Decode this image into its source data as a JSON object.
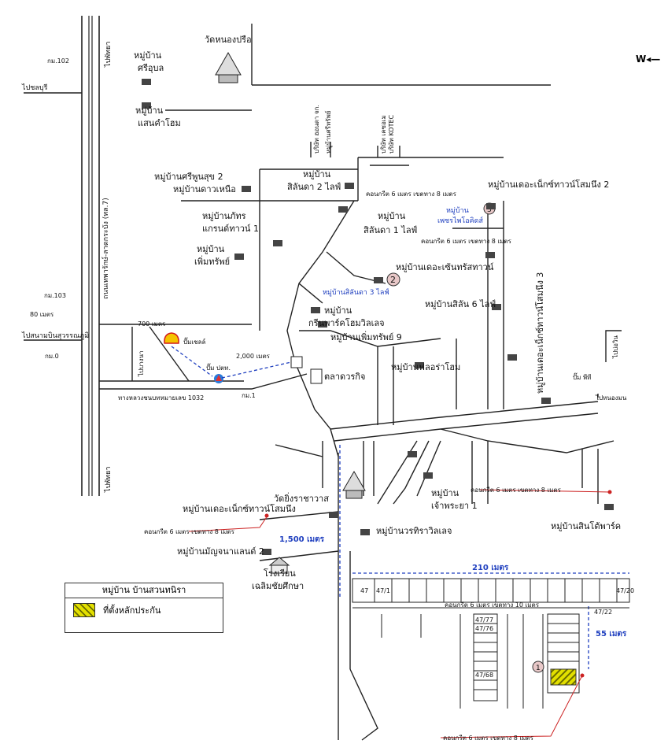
{
  "compass": "W",
  "legend": {
    "title": "หมู่บ้าน บ้านสวนทนิรา",
    "item": "ที่ตั้งหลักประกัน"
  },
  "villages": {
    "wat_nong_prue": "วัดหนองปรือ",
    "sriubon_1": "หมู่บ้าน",
    "sriubon_2": "ศรีอุบล",
    "saenkhamhom_1": "หมู่บ้าน",
    "saenkhamhom_2": "แสนคำโฮม",
    "sripoonsuk": "หมู่บ้านศรีพูนสุข 2",
    "daonuea": "หมู่บ้านดาวเหนือ",
    "silanda2_1": "หมู่บ้าน",
    "silanda2_2": "สิลันดา 2 ไลฟ์",
    "phat_1": "หมู่บ้านภัทร",
    "phat_2": "แกรนด์ทาวน์ 1",
    "silanda1_1": "หมู่บ้าน",
    "silanda1_2": "สิลันดา 1 ไลฟ์",
    "permsub_1": "หมู่บ้าน",
    "permsub_2": "เพิ่มทรัพย์",
    "delanex2": "หมู่บ้านเดอะเน็กซ์ทาวน์โสมนึง 2",
    "petcot_1": "หมู่บ้าน",
    "petcot_2": "เพชรไพโอคิดส์",
    "concrete6": "คอนกรีต 6 เมตร เขตทาง 8 เมตร",
    "delasense": "หมู่บ้านเดอะเซ้นทรัสทาวน์",
    "silanda3": "หมู่บ้านสิลันดา 3 ไลฟ์",
    "silan6": "หมู่บ้านสิลัน 6 ไลฟ์",
    "green_1": "หมู่บ้าน",
    "green_2": "กรีนพาร์คโฮมวิลเลจ",
    "permsub9": "หมู่บ้านเพิ่มทรัพย์ 9",
    "flora": "หมู่บ้านฟลอร่าโฮม",
    "dela3": "หมู่บ้านเดอะเน็กซ์ทาวน์โสมนึง 3",
    "market": "ตลาดวรกิจ",
    "delanex": "หมู่บ้านเดอะเน็กซ์ทาวน์โสมนึง",
    "wat_ying": "วัดยิ่งราชาวาส",
    "chaopraya_1": "หมู่บ้าน",
    "chaopraya_2": "เจ้าพระยา 1",
    "wiset": "หมู่บ้านวรทิราวิลเลจ",
    "manchanaland": "หมู่บ้านมัญจนาแลนด์ 2",
    "school_1": "โรงเรียน",
    "school_2": "เฉลิมชัยศึกษา",
    "sinthepark": "หมู่บ้านสินโต้พาร์ค",
    "concrete_lower": "คอนกรีต 6 เมตร เขตทาง 8 เมตร",
    "concrete_red1": "คอนกรีต 6 เมตร เขตทาง 8 เมตร",
    "concrete_red2": "คอนกรีต 6 เมตร เขตทาง 8 เมตร",
    "concrete10": "คอนกรีต 6 เมตร เขตทาง 10 เมตร"
  },
  "companies": {
    "c1": "บริษัท ฮอนดา จก.",
    "c2": "หมู่บ้านศรีทรัพย์",
    "c3": "บริษัท เคซอเม",
    "c4": "บริษัท KOTEC"
  },
  "highway": {
    "main": "ถนนเทพารักษ์-ลาดกระบัง (ทล.7)",
    "road_1032": "ทางหลวงชนบทหมายเลข 1032",
    "to_north": "ไปพัทยา",
    "to_south": "ไปพัทยา",
    "to_chonburi": "ไปชลบุรี",
    "to_airport": "ไปสนามบินสุวรรณภูมิ",
    "to_bangna": "ไปบางนา",
    "km102": "กม.102",
    "km103": "กม.103",
    "km0": "กม.0",
    "km1": "กม.1",
    "dist_80": "80 เมตร",
    "dist_700": "700 เมตร",
    "dist_2000": "2,000 เมตร",
    "shell": "ปั๊มเชลล์",
    "ptt": "ปั๊ม ปตท.",
    "ptt_right": "ปั๊ม พีที",
    "to_nongmon": "ไปหนองมน",
    "to_bowin": "ไปบ่อวิน"
  },
  "distances": {
    "m1500": "1,500 เมตร",
    "m210": "210 เมตร",
    "m55": "55 เมตร"
  },
  "lots": {
    "l47": "47",
    "l47_1": "47/1",
    "l47_20": "47/20",
    "l47_22": "47/22",
    "l47_77": "47/77",
    "l47_76": "47/76",
    "l47_68": "47/68"
  },
  "markers": {
    "m1": "1",
    "m2": "2",
    "m3": "3"
  },
  "colors": {
    "route": "#1f3fbf",
    "highlight": "#e3e000",
    "red_line": "#cc2222",
    "marker": "#e8c8c8"
  }
}
